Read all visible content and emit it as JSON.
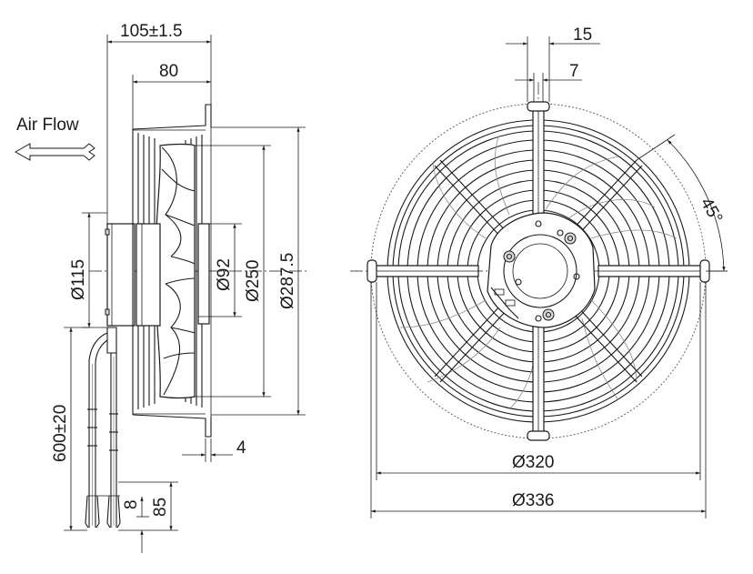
{
  "airflow": {
    "label": "Air Flow"
  },
  "side_view": {
    "dim_overall_depth": "105±1.5",
    "dim_grille_depth": "80",
    "dim_hub": "Ø115",
    "dim_motor": "Ø92",
    "dim_impeller": "Ø250",
    "dim_housing": "Ø287.5",
    "dim_lead_length": "600±20",
    "dim_strip_8": "8",
    "dim_strip_85": "85",
    "dim_bracket": "4"
  },
  "front_view": {
    "dim_slot_width": "15",
    "dim_slot_hole": "7",
    "dim_angle": "45°",
    "dim_mount_circle": "Ø320",
    "dim_outer": "Ø336"
  }
}
